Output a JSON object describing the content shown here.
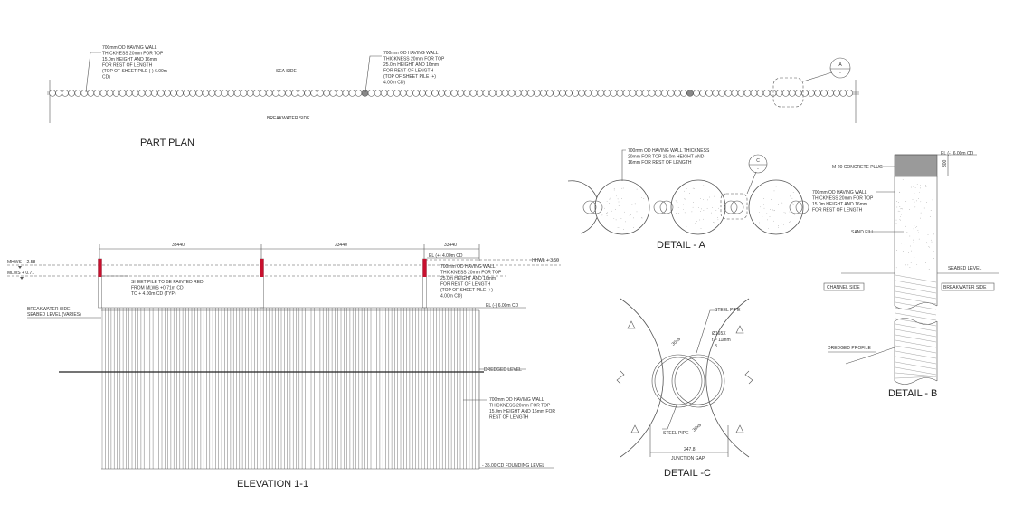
{
  "part_plan": {
    "title": "PART PLAN",
    "sea_side": "SEA SIDE",
    "breakwater_side": "BREAKWATER SIDE",
    "note1": [
      "700mm OD HAVING WALL",
      "THICKNESS 20mm FOR TOP",
      "15.0m HEIGHT AND 16mm",
      "FOR REST OF LENGTH",
      "(TOP OF SHEET PILE (-) 6.00m",
      "CD)"
    ],
    "note2": [
      "700mm OD HAVING WALL",
      "THICKNESS 20mm FOR TOP",
      "25.0m HEIGHT AND 16mm",
      "FOR REST OF LENGTH",
      "(TOP OF SHEET PILE (+)",
      "4.00m CD)"
    ],
    "callout": "A",
    "callout_sub": "-"
  },
  "elevation": {
    "title": "ELEVATION 1-1",
    "dim1": "33440",
    "dim2": "33440",
    "dim3": "33440",
    "mhws": "MHWS + 2.58",
    "mlws": "MLWS + 0.71",
    "hhwl": "HHWL + 3.50",
    "breakwater_side": "BREAKWATER SIDE",
    "seabed_level": "SEABED LEVEL (VARIES)",
    "paint_note": [
      "SHEET PILE TO BE PAINTED RED",
      "FROM MLWS +0.71m CD",
      "TO + 4.00m CD (TYP)"
    ],
    "el_top": "EL (+) 4.00m CD",
    "top_note": [
      "700mm OD HAVING WALL",
      "THICKNESS 20mm FOR TOP",
      "25.0m HEIGHT AND 16mm",
      "FOR REST OF LENGTH",
      "(TOP OF SHEET PILE (+)",
      "4.00m CD)"
    ],
    "el_minus6": "EL (-) 6.00m CD",
    "dredged_level": "DREDGED LEVEL",
    "pile_note": [
      "700mm OD HAVING WALL",
      "THICKNESS 20mm FOR TOP",
      "15.0m HEIGHT AND 16mm FOR",
      "REST OF LENGTH"
    ],
    "founding": "- 35.00 CD FOUNDING LEVEL"
  },
  "detail_a": {
    "title": "DETAIL - A",
    "note": [
      "700mm OD HAVING WALL THICKNESS",
      "20mm FOR TOP 15.0m HEIGHT AND",
      "16mm FOR REST OF LENGTH"
    ],
    "callout": "C",
    "callout_sub": "-"
  },
  "detail_b": {
    "title": "DETAIL - B",
    "el": "EL (-) 6.00m CD",
    "plug": "M-20 CONCRETE PLUG",
    "dim300": "300",
    "note": [
      "700mm OD HAVING WALL",
      "THICKNESS 20mm FOR TOP",
      "15.0m HEIGHT AND 16mm",
      "FOR REST OF LENGTH"
    ],
    "sand_fill": "SAND FILL",
    "seabed_level": "SEABED LEVEL",
    "channel_side": "CHANNEL SIDE",
    "breakwater_side": "BREAKWATER SIDE",
    "dredged_profile": "DREDGED PROFILE"
  },
  "detail_c": {
    "title": "DETAIL -C",
    "steel_pipe_top": "STEEL PIPE",
    "pipe_dia": "Ø165X",
    "pipe_t": "t = 11mm",
    "dim8": "8",
    "dim_top": "30x8",
    "dim_bot": "30x8",
    "steel_pipe_bottom": "STEEL PIPE",
    "gap_value": "247.8",
    "gap_label": "JUNCTION GAP"
  }
}
